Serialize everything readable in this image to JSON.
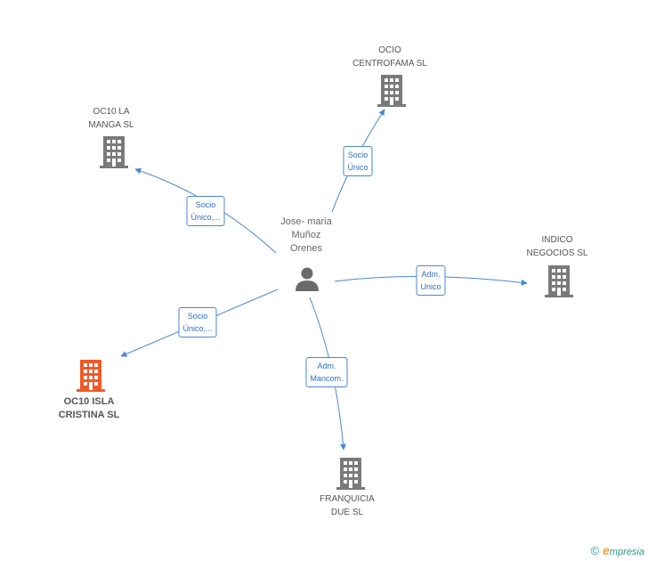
{
  "colors": {
    "edge": "#4a86d4",
    "company": "#7a7a7a",
    "focus_company": "#f05a28",
    "person": "#6a6a6a"
  },
  "person": {
    "lines": [
      "Jose- maria",
      "Muñoz",
      "Orenes"
    ],
    "icon": "person-icon"
  },
  "companies": [
    {
      "id": "ocio-centrofama",
      "lines": [
        "OCIO",
        "CENTROFAMA SL"
      ],
      "icon": "building-icon",
      "focus": false
    },
    {
      "id": "oc10-la-manga",
      "lines": [
        "OC10 LA",
        "MANGA SL"
      ],
      "icon": "building-icon",
      "focus": false
    },
    {
      "id": "indico-negocios",
      "lines": [
        "INDICO",
        "NEGOCIOS SL"
      ],
      "icon": "building-icon",
      "focus": false
    },
    {
      "id": "oc10-isla-cristina",
      "lines": [
        "OC10 ISLA",
        "CRISTINA SL"
      ],
      "icon": "building-icon",
      "focus": true
    },
    {
      "id": "franquicia-due",
      "lines": [
        "FRANQUICIA",
        "DUE SL"
      ],
      "icon": "building-icon",
      "focus": false
    }
  ],
  "edges": [
    {
      "to": "ocio-centrofama",
      "lines": [
        "Socio",
        "Único"
      ]
    },
    {
      "to": "oc10-la-manga",
      "lines": [
        "Socio",
        "Único,..."
      ]
    },
    {
      "to": "indico-negocios",
      "lines": [
        "Adm.",
        "Unico"
      ]
    },
    {
      "to": "oc10-isla-cristina",
      "lines": [
        "Socio",
        "Único,..."
      ]
    },
    {
      "to": "franquicia-due",
      "lines": [
        "Adm.",
        "Mancom."
      ]
    }
  ],
  "watermark": {
    "copyright": "©",
    "brand_initial": "e",
    "brand_rest": "mpresia"
  }
}
